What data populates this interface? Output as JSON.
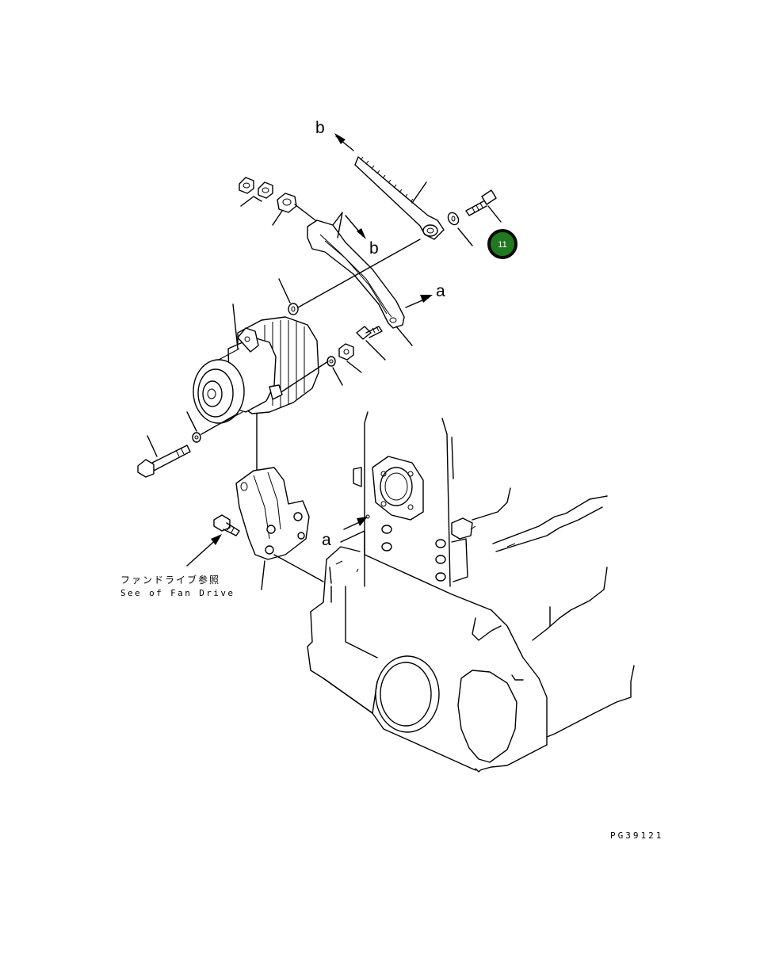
{
  "diagram": {
    "labels": {
      "b_top": "b",
      "b_mid": "b",
      "a_right": "a",
      "a_left": "a"
    },
    "note_jp": "ファンドライブ参照",
    "note_en": "See of Fan Drive",
    "drawing_code": "PG39121",
    "callout": {
      "number": "11",
      "color": "#1f7a1f"
    }
  }
}
